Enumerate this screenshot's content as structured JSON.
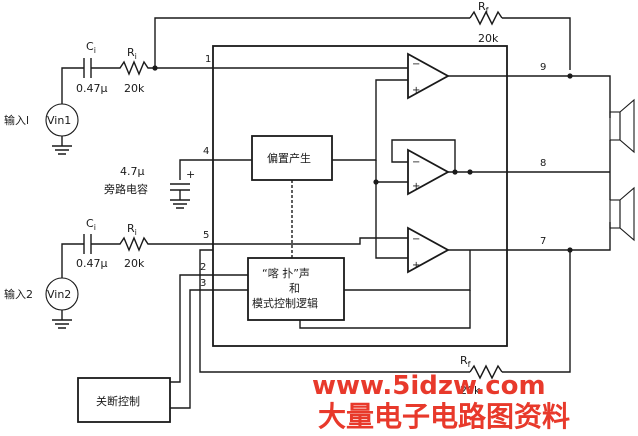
{
  "labels": {
    "rf": "R",
    "rf_sub": "f",
    "rf_value": "20k",
    "ci": "C",
    "ci_sub": "i",
    "ri": "R",
    "ri_sub": "i",
    "c_value": "0.47μ",
    "r_value": "20k",
    "input1": "输入l",
    "input2": "输入2",
    "vin1": "Vin1",
    "vin2": "Vin2",
    "bypass_value": "4.7μ",
    "bypass_label": "旁路电容",
    "plus": "+",
    "bias_block": "偏置产生",
    "logic_line1": "“喀 扑”声",
    "logic_line2": "和",
    "logic_line3": "模式控制逻辑",
    "shutdown": "关断控制",
    "pin1": "1",
    "pin2": "2",
    "pin3": "3",
    "pin4": "4",
    "pin5": "5",
    "pin7": "7",
    "pin8": "8",
    "pin9": "9"
  },
  "watermark": {
    "url": "www.5idzw.com",
    "site": "大量电子电路图资料",
    "color": "#e8392b"
  }
}
